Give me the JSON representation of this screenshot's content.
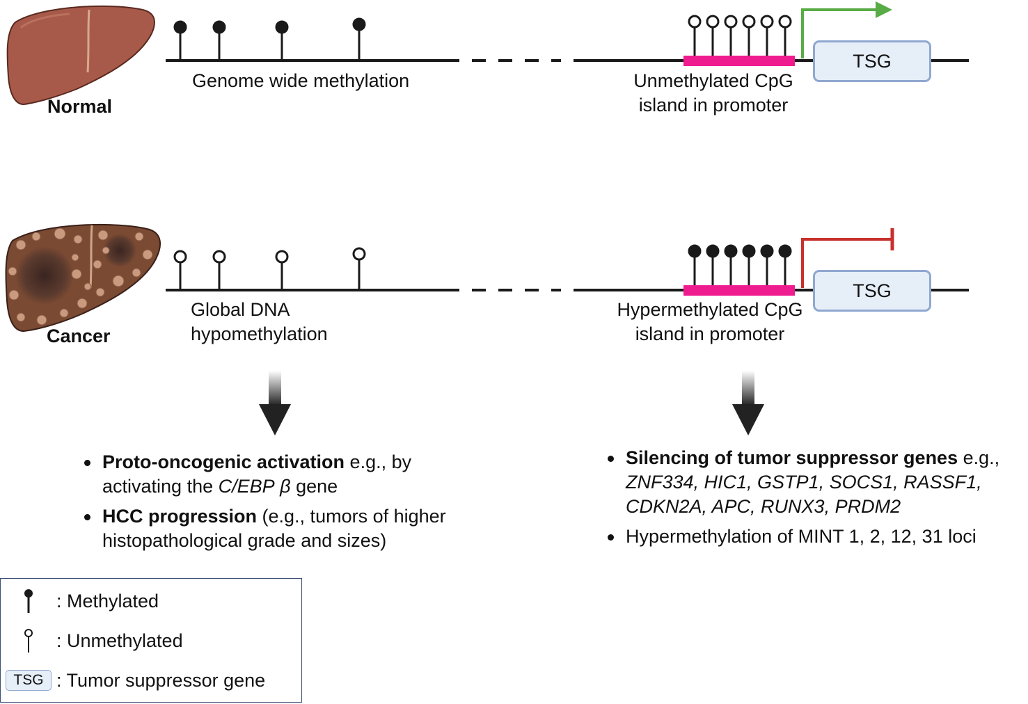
{
  "colors": {
    "line": "#1a1a1a",
    "cpg_island": "#ef1c8f",
    "active_arrow": "#58ab45",
    "blocked_arrow": "#c8302d",
    "tsg_fill": "#e6eef8",
    "tsg_border": "#8fa8cf",
    "liver_normal": "#a85a4a",
    "liver_cancer": "#7a4a33"
  },
  "normal": {
    "tag": "Normal",
    "left_label": "Genome wide methylation",
    "right_label_line1": "Unmethylated CpG",
    "right_label_line2": "island in promoter",
    "gene": "TSG"
  },
  "cancer": {
    "tag": "Cancer",
    "left_label_line1": "Global DNA",
    "left_label_line2": "hypomethylation",
    "right_label_line1": "Hypermethylated CpG",
    "right_label_line2": "island in promoter",
    "gene": "TSG"
  },
  "outcomes_left": {
    "b1_bold": "Proto-oncogenic activation",
    "b1_text": " e.g., by",
    "b1_line2a": "activating the ",
    "b1_gene": "C/EBP",
    "b1_greek": "β",
    "b1_line2b": " gene",
    "b2_bold": "HCC progression",
    "b2_text": " (e.g., tumors of higher",
    "b2_line2": "histopathological grade and sizes)"
  },
  "outcomes_right": {
    "b1_bold": "Silencing of tumor suppressor genes",
    "b1_text": " e.g.,",
    "b1_genes_line2": "ZNF334, HIC1, GSTP1, SOCS1, RASSF1,",
    "b1_genes_line3": "CDKN2A, APC, RUNX3, PRDM2",
    "b2_text": "Hypermethylation of MINT 1, 2, 12, 31 loci"
  },
  "legend": {
    "methylated": ": Methylated",
    "unmethylated": ": Unmethylated",
    "tsg_box": "TSG",
    "tsg": ": Tumor suppressor gene"
  }
}
